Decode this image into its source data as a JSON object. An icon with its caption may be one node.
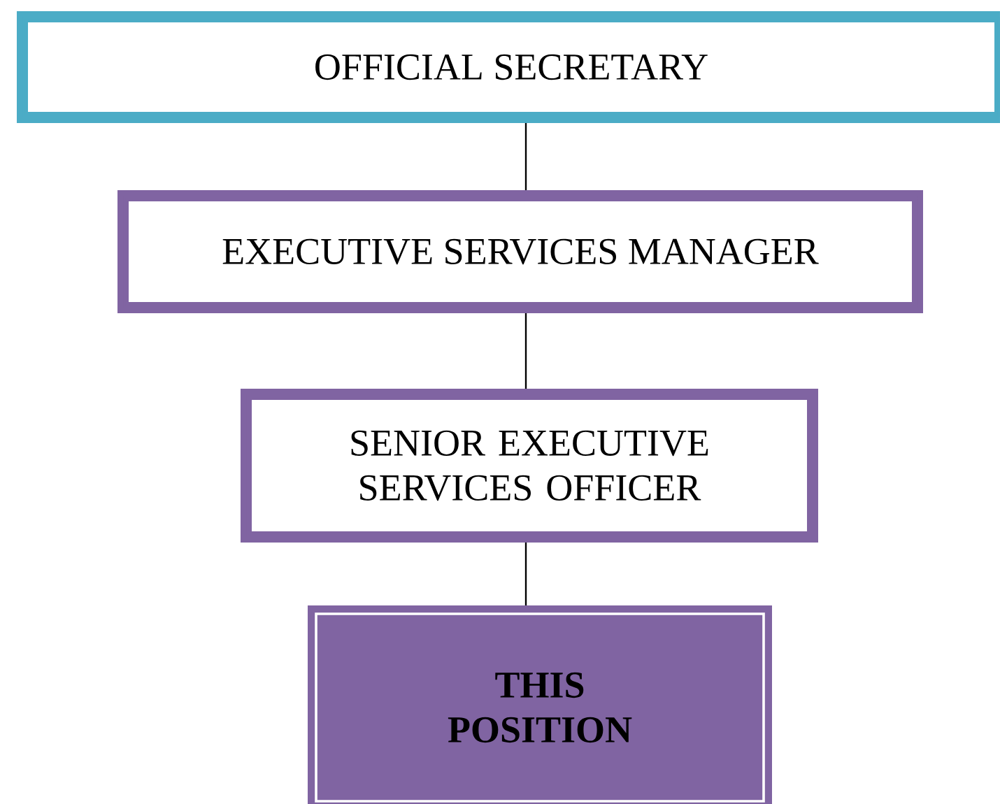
{
  "diagram": {
    "nodes": [
      {
        "text": [
          "OFFICIAL SECRETARY"
        ]
      },
      {
        "text": [
          "EXECUTIVE SERVICES MANAGER"
        ]
      },
      {
        "text": [
          "SENIOR EXECUTIVE SERVICES OFFICER"
        ]
      },
      {
        "text": [
          "THIS POSITION"
        ]
      }
    ],
    "edges": [
      {
        "from": 0,
        "to": 1,
        "arrow": "none"
      },
      {
        "from": 1,
        "to": 2,
        "arrow": "none"
      },
      {
        "from": 2,
        "to": 3,
        "arrow": "none"
      }
    ]
  }
}
